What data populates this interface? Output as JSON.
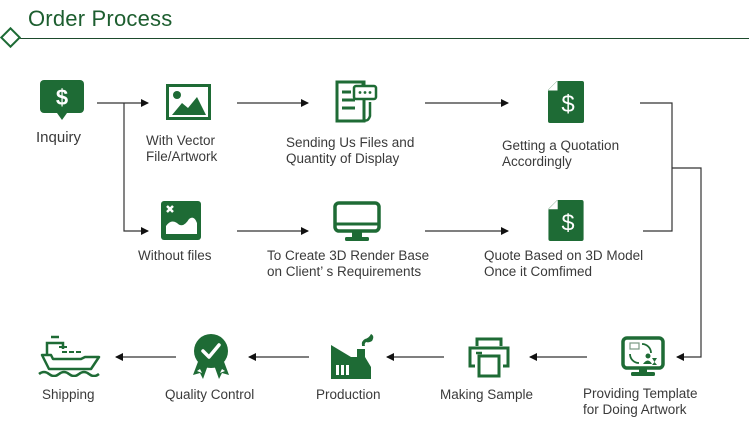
{
  "header": {
    "title": "Order Process"
  },
  "colors": {
    "brand_green": "#1e6b35",
    "line": "#3a3a3a",
    "text": "#3a3a3a"
  },
  "steps": [
    {
      "id": "inquiry",
      "icon": "dollar-speech-bubble-icon",
      "label_lines": [
        "Inquiry"
      ]
    },
    {
      "id": "with-vector",
      "icon": "image-icon",
      "label_lines": [
        "With Vector",
        "File/Artwork"
      ]
    },
    {
      "id": "sending-files",
      "icon": "document-chat-icon",
      "label_lines": [
        "Sending Us Files and",
        "Quantity of Display"
      ]
    },
    {
      "id": "getting-quotation",
      "icon": "dollar-document-icon",
      "label_lines": [
        "Getting a Quotation",
        "Accordingly"
      ]
    },
    {
      "id": "without-files",
      "icon": "broken-image-icon",
      "label_lines": [
        "Without files"
      ]
    },
    {
      "id": "create-3d-render",
      "icon": "monitor-icon",
      "label_lines": [
        "To Create 3D Render Base",
        "on Client’ s Requirements"
      ]
    },
    {
      "id": "quote-3d-model",
      "icon": "dollar-document-icon",
      "label_lines": [
        "Quote Based on 3D Model",
        "Once it Comfimed"
      ]
    },
    {
      "id": "providing-template",
      "icon": "monitor-sync-user-icon",
      "label_lines": [
        "Providing Template",
        "for Doing Artwork"
      ]
    },
    {
      "id": "making-sample",
      "icon": "printer-icon",
      "label_lines": [
        "Making Sample"
      ]
    },
    {
      "id": "production",
      "icon": "factory-icon",
      "label_lines": [
        "Production"
      ]
    },
    {
      "id": "quality-control",
      "icon": "quality-badge-icon",
      "label_lines": [
        "Quality Control"
      ]
    },
    {
      "id": "shipping",
      "icon": "ship-icon",
      "label_lines": [
        "Shipping"
      ]
    }
  ]
}
